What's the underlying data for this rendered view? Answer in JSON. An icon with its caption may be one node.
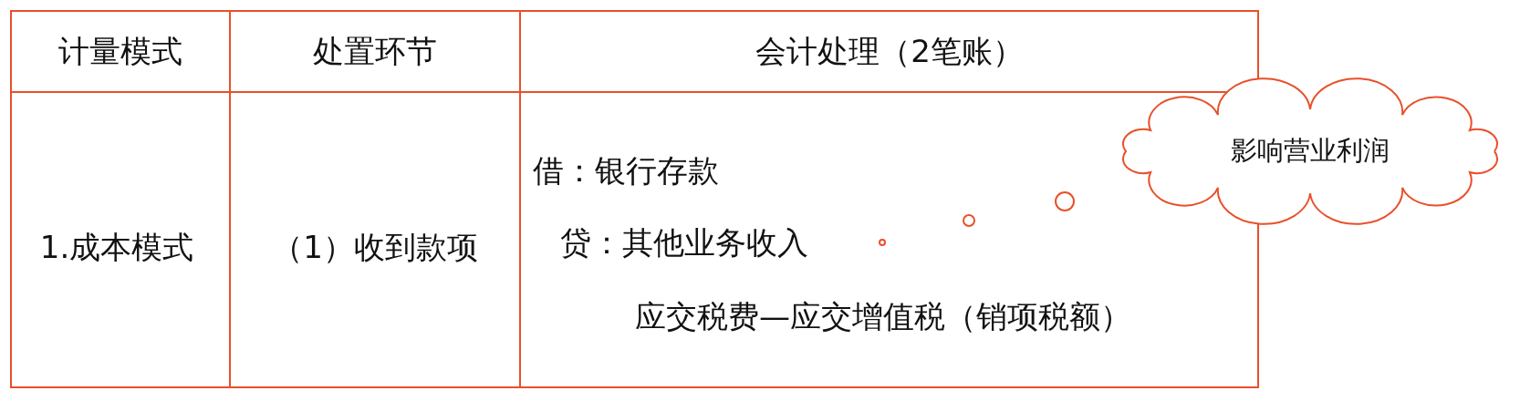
{
  "diagram": {
    "nodes": [
      {
        "text": [
          "影响营业利润"
        ]
      }
    ],
    "labels": [
      "计量模式",
      "处置环节",
      "会计处理（2笔账）",
      "1.成本模式",
      "（1）收到款项",
      "借：银行存款",
      "贷：其他业务收入",
      "应交税费—应交增值税（销项税额）"
    ]
  }
}
